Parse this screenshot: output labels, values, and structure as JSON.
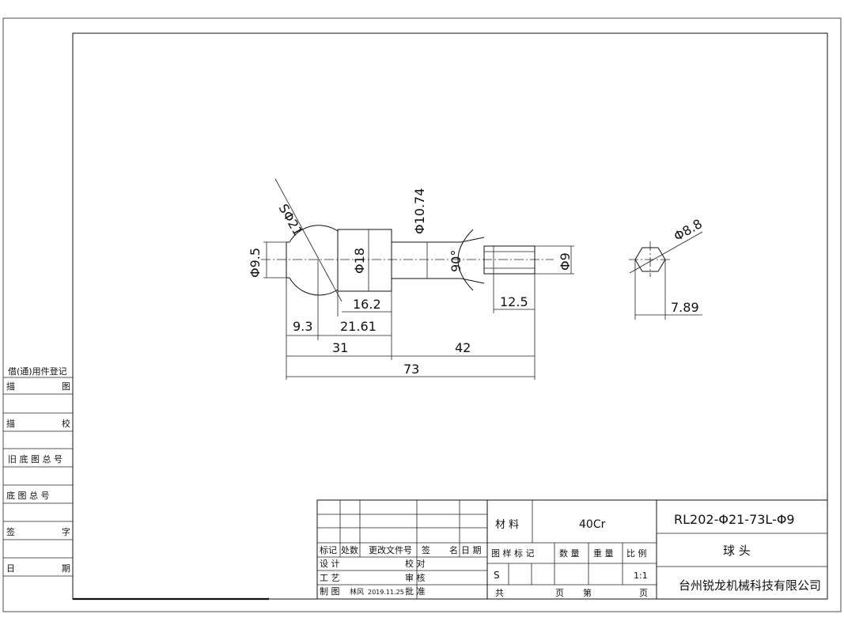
{
  "part": {
    "sphere_diameter": "SΦ21",
    "neck_diameter": "Φ9.5",
    "collar_diameter": "Φ18",
    "shaft_diameter": "Φ10.74",
    "chamfer_angle": "90°",
    "tip_diameter": "Φ9",
    "hex_across": "Φ8.8",
    "dim_16_2": "16.2",
    "dim_21_61": "21.61",
    "dim_9_3": "9.3",
    "dim_31": "31",
    "dim_42": "42",
    "dim_73": "73",
    "dim_12_5": "12.5",
    "dim_7_89": "7.89"
  },
  "side_panel": {
    "title": "借(通)用件登记",
    "rows": [
      {
        "left": "描",
        "right": "图"
      },
      {
        "left": "描",
        "right": "校"
      },
      {
        "label": "旧 底 图 总 号"
      },
      {
        "label": "底   图   总   号"
      },
      {
        "left": "签",
        "right": "字"
      },
      {
        "left": "日",
        "right": "期"
      }
    ]
  },
  "title_block": {
    "material_label": "材  料",
    "material_value": "40Cr",
    "drawing_number": "RL202-Φ21-73L-Φ9",
    "part_name": "球 头",
    "company": "台州锐龙机械科技有限公司",
    "rev_headers": [
      "标记",
      "处数",
      "更改文件号",
      "签",
      "名",
      "日 期"
    ],
    "sig_rows": [
      {
        "left": "设 计",
        "right": "校 对"
      },
      {
        "left": "工 艺",
        "right": "审 核"
      },
      {
        "left": "制 图",
        "name": "林风",
        "date": "2019.11.25",
        "right": "批 准"
      }
    ],
    "stage_headers": [
      "图 样 标 记",
      "数 量",
      "重 量",
      "比 例"
    ],
    "stage_value": "S",
    "scale_value": "1:1",
    "sheet_total": "共",
    "sheet_page1": "页",
    "sheet_no": "第",
    "sheet_page2": "页"
  }
}
